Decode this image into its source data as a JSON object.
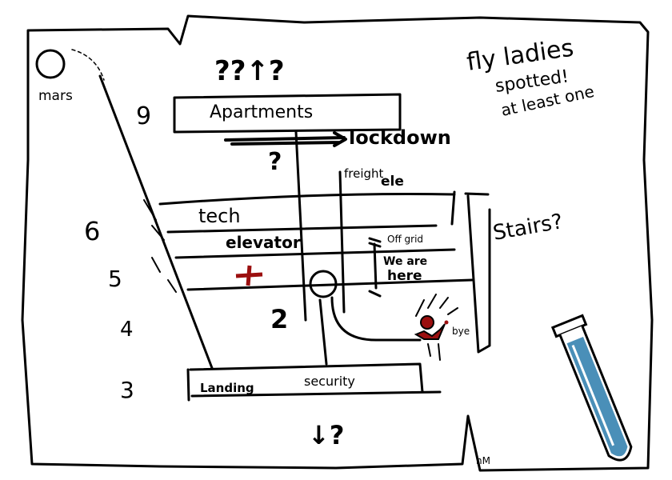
{
  "title_marks": "??↑?",
  "mars_label": "mars",
  "floors": {
    "f9": "9",
    "f6": "6",
    "f5": "5",
    "f4": "4",
    "f3": "3",
    "f2": "2"
  },
  "labels": {
    "apartments": "Apartments",
    "lockdown": "lockdown",
    "question": "?",
    "freight": "freight",
    "freight_ele": "ele",
    "tech": "tech",
    "elevator": "elevator",
    "off_grid": "Off grid",
    "we_are": "We are",
    "here": "here",
    "stairs": "Stairs?",
    "landing": "Landing",
    "security": "security",
    "down_question": "↓?",
    "bye": "bye",
    "corner_mark": "nM"
  },
  "note": {
    "line1": "fly ladies",
    "line2": "spotted!",
    "line3": "at least one"
  },
  "colors": {
    "ink": "#000000",
    "red": "#9b0f0f",
    "vial_fill": "#4a8fb8",
    "vial_glass": "#ffffff"
  }
}
